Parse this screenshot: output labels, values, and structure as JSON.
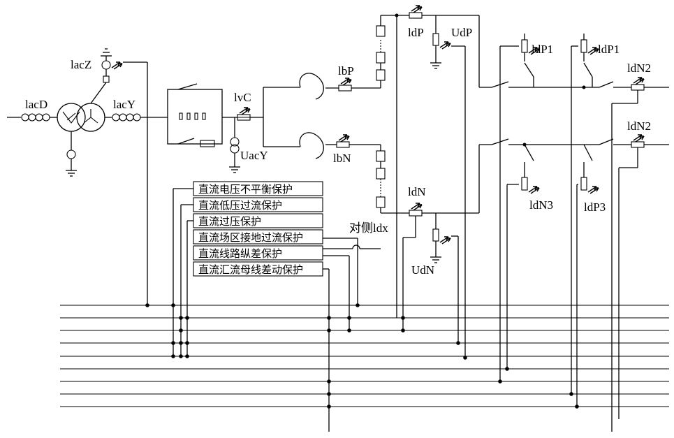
{
  "labels": {
    "iac_d": "lacD",
    "iac_y": "lacY",
    "iac_z": "lacZ",
    "ivc": "lvC",
    "uac_y": "UacY",
    "ibp": "lbP",
    "ibn": "lbN",
    "idp": "ldP",
    "udp": "UdP",
    "idn": "ldN",
    "udn": "UdN",
    "idp1_a": "ldP1",
    "idp1_b": "ldP1",
    "idn2_a": "ldN2",
    "idn2_b": "ldN2",
    "idn3": "ldN3",
    "idp3": "ldP3",
    "idx": "对侧ldx"
  },
  "protections": [
    "直流电压不平衡保护",
    "直流低压过流保护",
    "直流过压保护",
    "直流场区接地过流保护",
    "直流线路纵差保护",
    "直流汇流母线差动保护"
  ]
}
